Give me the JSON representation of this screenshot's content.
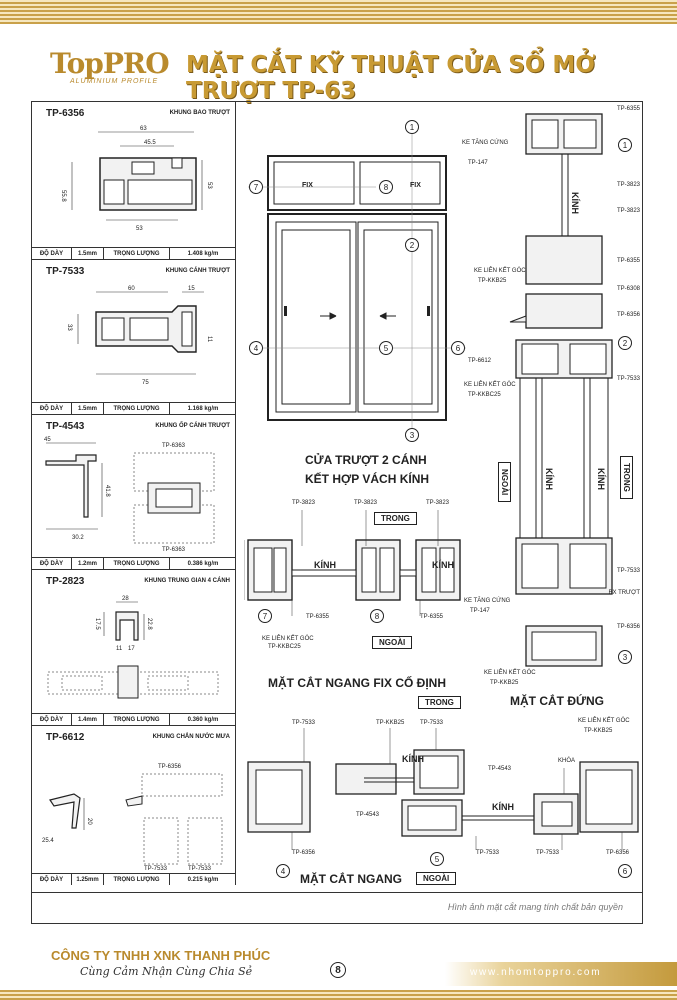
{
  "header": {
    "logo_text": "TopPRO",
    "logo_sub": "ALUMINIUM PROFILE",
    "title": "MẶT CẮT KỸ THUẬT CỬA SỔ MỞ TRƯỢT  TP-63"
  },
  "spec_labels": {
    "thickness": "ĐỘ DÀY",
    "weight": "TRỌNG LƯỢNG"
  },
  "profiles": [
    {
      "code": "TP-6356",
      "name": "KHUNG BAO TRƯỢT",
      "thickness": "1.5mm",
      "weight": "1.408 kg/m",
      "dims": [
        "63",
        "45.5",
        "53",
        "55.8",
        "53"
      ]
    },
    {
      "code": "TP-7533",
      "name": "KHUNG CÁNH TRƯỢT",
      "thickness": "1.5mm",
      "weight": "1.168 kg/m",
      "dims": [
        "60",
        "15",
        "33",
        "75",
        "11"
      ]
    },
    {
      "code": "TP-4543",
      "name": "KHUNG ỐP CÁNH TRƯỢT",
      "thickness": "1.2mm",
      "weight": "0.386 kg/m",
      "dims": [
        "45",
        "41.8",
        "30.2",
        "TP-6363",
        "TP-6363"
      ]
    },
    {
      "code": "TP-2823",
      "name": "KHUNG TRUNG GIAN 4 CÁNH",
      "thickness": "1.4mm",
      "weight": "0.360 kg/m",
      "dims": [
        "28",
        "17.5",
        "22.8",
        "11",
        "17"
      ]
    },
    {
      "code": "TP-6612",
      "name": "KHUNG CHẮN NƯỚC MƯA",
      "thickness": "1.25mm",
      "weight": "0.215 kg/m",
      "dims": [
        "20",
        "25.4",
        "TP-6356",
        "TP-7533",
        "TP-7533"
      ]
    }
  ],
  "elevation": {
    "fix_left": "FIX",
    "fix_right": "FIX",
    "caption_line1": "CỬA TRƯỢT 2 CÁNH",
    "caption_line2": "KẾT HỢP VÁCH KÍNH"
  },
  "fix_section": {
    "labels": [
      "TP-3823",
      "TP-3823",
      "TP-3823"
    ],
    "trong": "TRONG",
    "ngoai": "NGOÀI",
    "glass": "KÍNH",
    "bottom_labels": [
      "TP-6355",
      "TP-6355"
    ],
    "ke_lien": "KE LIÊN KẾT GÓC",
    "ke_code": "TP-KKBC25",
    "title": "MẶT CẮT NGANG FIX CỐ ĐỊNH"
  },
  "vertical_section": {
    "labels_right": [
      "TP-6355",
      "TP-3823",
      "TP-3823",
      "TP-6355",
      "TP-6308",
      "TP-6356",
      "TP-7533",
      "TP-7533",
      "BX TRƯỢT",
      "TP-6356"
    ],
    "labels_left": [
      "KE TĂNG CỨNG",
      "TP-147",
      "KE LIÊN KẾT GÓC",
      "TP-KKB25",
      "TP-6612",
      "KE LIÊN KẾT GÓC",
      "TP-KKBC25",
      "KE TĂNG CỨNG",
      "TP-147",
      "KE LIÊN KẾT GÓC",
      "TP-KKB25"
    ],
    "ngoai": "NGOÀI",
    "trong": "TRONG",
    "glass": "KÍNH",
    "title": "MẶT CẮT ĐỨNG"
  },
  "horizontal_section": {
    "labels": [
      "TP-7533",
      "TP-KKB25",
      "TP-7533",
      "TP-4543",
      "KHÓA",
      "TP-4543",
      "TP-6356",
      "TP-7533",
      "TP-7533",
      "TP-6356"
    ],
    "ke_lien": "KE LIÊN KẾT GÓC",
    "ke_code": "TP-KKB25",
    "glass": "KÍNH",
    "ngoai": "NGOÀI",
    "trong": "TRONG",
    "title": "MẶT CẮT NGANG"
  },
  "markers": [
    "1",
    "2",
    "3",
    "4",
    "5",
    "6",
    "7",
    "8"
  ],
  "footer": {
    "note": "Hình ảnh mặt cắt mang tính chất bản quyền",
    "company": "CÔNG TY TNHH XNK THANH PHÚC",
    "slogan": "Cùng Cảm Nhận Cùng Chia Sẻ",
    "page": "8",
    "website": "www.nhomtoppro.com"
  }
}
